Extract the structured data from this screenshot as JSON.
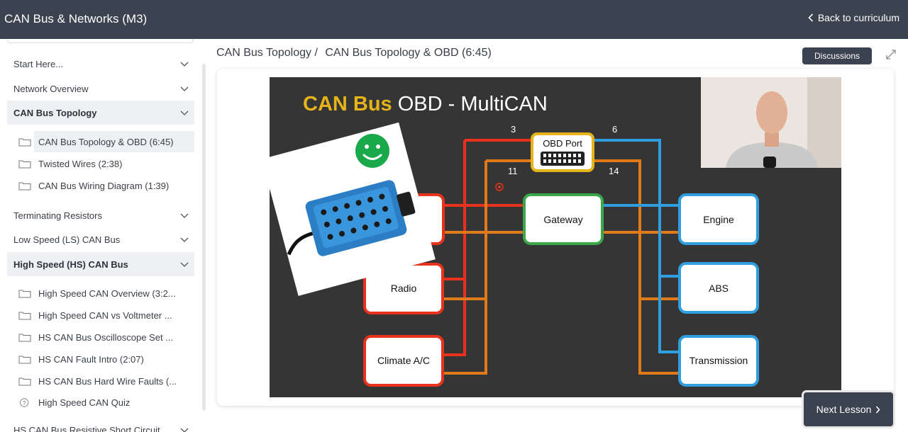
{
  "app": {
    "title": "CAN Bus & Networks (M3)",
    "back_label": "Back to curriculum"
  },
  "sidebar": {
    "sections": [
      {
        "label": "Start Here..."
      },
      {
        "label": "Network Overview"
      },
      {
        "label": "CAN Bus Topology"
      },
      {
        "label": "Terminating Resistors"
      },
      {
        "label": "Low Speed (LS) CAN Bus"
      },
      {
        "label": "High Speed (HS) CAN Bus"
      },
      {
        "label": "HS CAN Bus Resistive Short Circuit ..."
      }
    ],
    "topology_lessons": [
      {
        "label": "CAN Bus Topology & OBD (6:45)"
      },
      {
        "label": "Twisted Wires (2:38)"
      },
      {
        "label": "CAN Bus Wiring Diagram (1:39)"
      }
    ],
    "hs_lessons": [
      {
        "label": "High Speed CAN Overview (3:2..."
      },
      {
        "label": "High Speed CAN vs Voltmeter ..."
      },
      {
        "label": "HS CAN Bus Oscilloscope Set ..."
      },
      {
        "label": "HS CAN Fault Intro (2:07)"
      },
      {
        "label": "HS CAN Bus Hard Wire Faults (..."
      },
      {
        "label": "High Speed CAN Quiz"
      }
    ]
  },
  "main": {
    "breadcrumb_section": "CAN Bus Topology",
    "breadcrumb_sep": "/",
    "breadcrumb_lesson": "CAN Bus Topology & OBD (6:45)",
    "discussions_label": "Discussions",
    "next_label": "Next Lesson"
  },
  "video": {
    "title_highlight": "CAN Bus",
    "title_rest": " OBD - MultiCAN",
    "obd_label": "OBD Port",
    "pin_3": "3",
    "pin_6": "6",
    "pin_11": "11",
    "pin_14": "14",
    "nodes": {
      "gateway": "Gateway",
      "radio": "Radio",
      "climate": "Climate A/C",
      "engine": "Engine",
      "abs": "ABS",
      "transmission": "Transmission"
    }
  },
  "colors": {
    "topbar": "#3b4250",
    "title_highlight": "#e5b31a",
    "can_red": "#e8321e",
    "can_orange": "#e07a1a",
    "can_blue": "#2f9fe0",
    "gateway_green": "#3aa84a",
    "smiley_green": "#19a84a"
  }
}
